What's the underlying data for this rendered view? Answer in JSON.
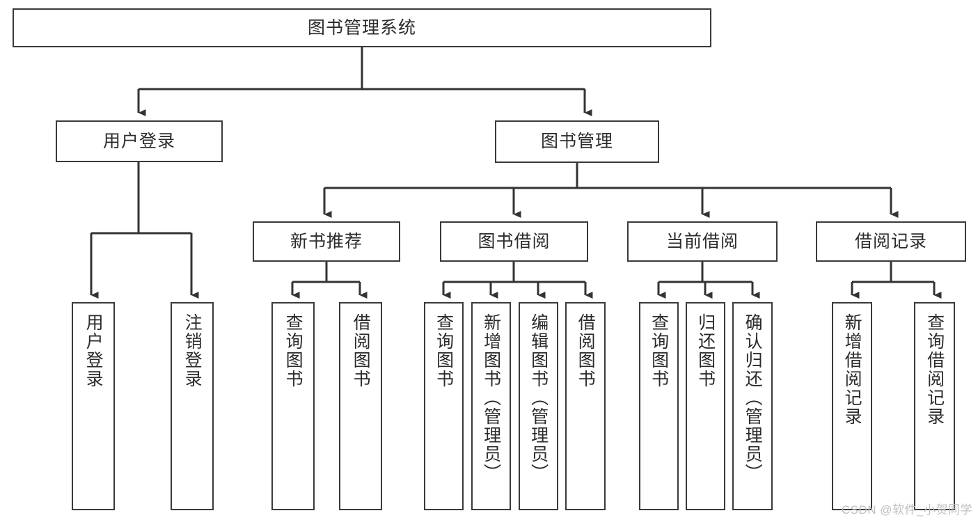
{
  "diagram": {
    "type": "tree-hierarchy",
    "title": "图书管理系统",
    "watermark": "CSDN @软件_小贺同学",
    "colors": {
      "border": "#3a3a3a",
      "text": "#2b2b2b",
      "background": "#ffffff",
      "connector": "#333333",
      "watermark": "#bfbfbf"
    },
    "nodes": {
      "root": {
        "label": "图书管理系统"
      },
      "level1": [
        {
          "id": "user-login",
          "label": "用户登录"
        },
        {
          "id": "book-management",
          "label": "图书管理"
        }
      ],
      "level2": [
        {
          "id": "new-book-recommend",
          "label": "新书推荐"
        },
        {
          "id": "book-borrow",
          "label": "图书借阅"
        },
        {
          "id": "current-borrow",
          "label": "当前借阅"
        },
        {
          "id": "borrow-record",
          "label": "借阅记录"
        }
      ],
      "leaves": {
        "user_login": [
          {
            "id": "leaf-user-login",
            "label": "用户登录"
          },
          {
            "id": "leaf-user-logout",
            "label": "注销登录"
          }
        ],
        "new_book_recommend": [
          {
            "id": "leaf-query-book-1",
            "label": "查询图书"
          },
          {
            "id": "leaf-borrow-book-1",
            "label": "借阅图书"
          }
        ],
        "book_borrow": [
          {
            "id": "leaf-query-book-2",
            "label": "查询图书"
          },
          {
            "id": "leaf-add-book",
            "label": "新增图书（管理员）"
          },
          {
            "id": "leaf-edit-book",
            "label": "编辑图书（管理员）"
          },
          {
            "id": "leaf-borrow-book-2",
            "label": "借阅图书"
          }
        ],
        "current_borrow": [
          {
            "id": "leaf-query-book-3",
            "label": "查询图书"
          },
          {
            "id": "leaf-return-book",
            "label": "归还图书"
          },
          {
            "id": "leaf-confirm-return",
            "label": "确认归还（管理员）"
          }
        ],
        "borrow_record": [
          {
            "id": "leaf-add-record",
            "label": "新增借阅记录"
          },
          {
            "id": "leaf-query-record",
            "label": "查询借阅记录"
          }
        ]
      }
    }
  }
}
